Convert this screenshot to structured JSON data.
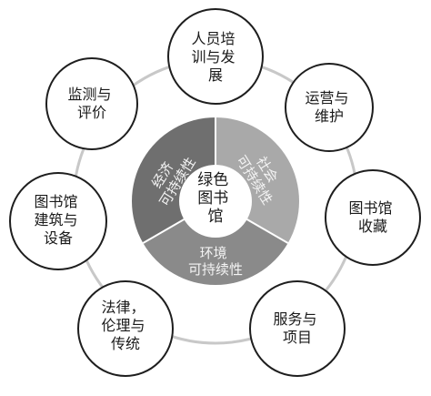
{
  "center": {
    "lines": [
      "绿色",
      "图书",
      "馆"
    ]
  },
  "segments": [
    {
      "id": "economic",
      "lines": [
        "经济",
        "可持续性"
      ],
      "color": "#6f6f6f"
    },
    {
      "id": "social",
      "lines": [
        "社会",
        "可持续性"
      ],
      "color": "#a9a9a9"
    },
    {
      "id": "environmental",
      "lines": [
        "环境",
        "可持续性"
      ],
      "color": "#8a8a8a"
    }
  ],
  "outer_nodes": [
    {
      "id": "personnel-training",
      "lines": [
        "人员培",
        "训与发",
        "展"
      ]
    },
    {
      "id": "operation-maintenance",
      "lines": [
        "运营与",
        "维护"
      ]
    },
    {
      "id": "library-collection",
      "lines": [
        "图书馆",
        "收藏"
      ]
    },
    {
      "id": "services-projects",
      "lines": [
        "服务与",
        "项目"
      ]
    },
    {
      "id": "law-ethics-tradition",
      "lines": [
        "法律，",
        "伦理与",
        "传统"
      ]
    },
    {
      "id": "library-building-equipment",
      "lines": [
        "图书馆",
        "建筑与",
        "设备"
      ]
    },
    {
      "id": "monitoring-evaluation",
      "lines": [
        "监测与",
        "评价"
      ]
    }
  ],
  "colors": {
    "ring": "#c8c8c8",
    "node_stroke": "#1e1e1e",
    "node_fill": "#ffffff",
    "divider": "#ffffff"
  }
}
